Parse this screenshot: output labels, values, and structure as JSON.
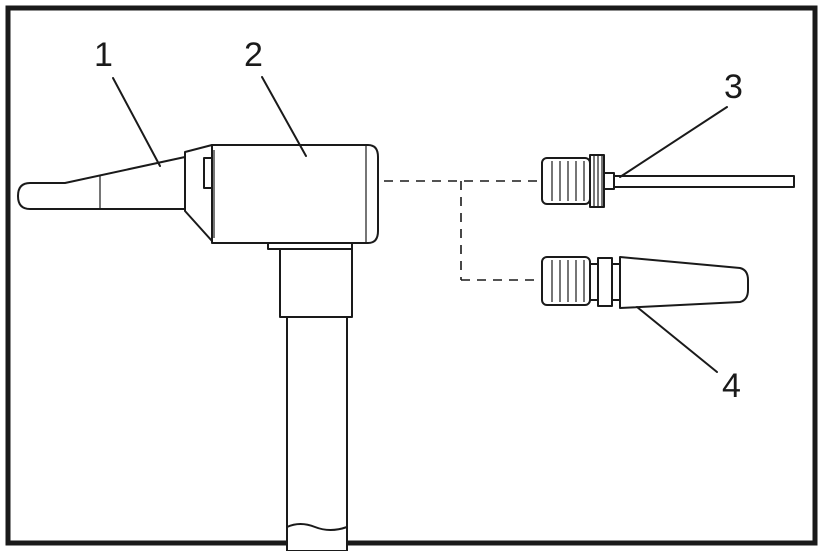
{
  "colors": {
    "line": "#1a1a1a",
    "background": "#ffffff"
  },
  "callouts": [
    {
      "id": "1",
      "label": "1"
    },
    {
      "id": "2",
      "label": "2"
    },
    {
      "id": "3",
      "label": "3"
    },
    {
      "id": "4",
      "label": "4"
    }
  ]
}
